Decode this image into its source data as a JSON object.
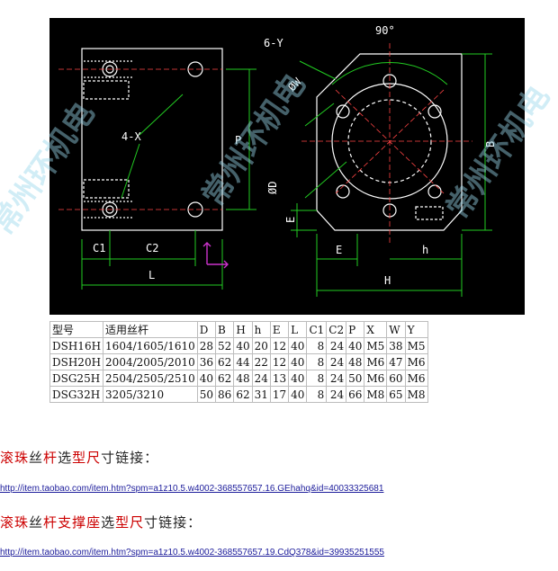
{
  "drawing": {
    "angle_label": "90°",
    "holes_front_label": "6-Y",
    "diameter_w_label": "ØW",
    "diameter_d_label": "ØD",
    "holes_side_label": "4-X",
    "p_label": "P",
    "b_label": "B",
    "e_label": "E",
    "c1_label": "C1",
    "c2_label": "C2",
    "l_label": "L",
    "h_label": "h",
    "big_h_label": "H",
    "big_e_label": "E"
  },
  "table": {
    "headers": [
      "型号",
      "适用丝杆",
      "D",
      "B",
      "H",
      "h",
      "E",
      "L",
      "C1",
      "C2",
      "P",
      "X",
      "W",
      "Y"
    ],
    "rows": [
      [
        "DSH16H",
        "1604/1605/1610",
        "28",
        "52",
        "40",
        "20",
        "12",
        "40",
        "8",
        "24",
        "40",
        "M5",
        "38",
        "M5"
      ],
      [
        "DSH20H",
        "2004/2005/2010",
        "36",
        "62",
        "44",
        "22",
        "12",
        "40",
        "8",
        "24",
        "48",
        "M6",
        "47",
        "M6"
      ],
      [
        "DSG25H",
        "2504/2505/2510",
        "40",
        "62",
        "48",
        "24",
        "13",
        "40",
        "8",
        "24",
        "50",
        "M6",
        "60",
        "M6"
      ],
      [
        "DSG32H",
        "3205/3210",
        "50",
        "86",
        "62",
        "31",
        "17",
        "40",
        "8",
        "24",
        "66",
        "M8",
        "65",
        "M8"
      ]
    ]
  },
  "links": [
    {
      "title_parts": [
        {
          "text": "滚",
          "red": true
        },
        {
          "text": "珠",
          "red": true
        },
        {
          "text": "丝",
          "red": false
        },
        {
          "text": "杆",
          "red": true
        },
        {
          "text": "选",
          "red": false
        },
        {
          "text": "型",
          "red": true
        },
        {
          "text": "尺",
          "red": true
        },
        {
          "text": "寸",
          "red": false
        },
        {
          "text": "链",
          "red": false
        },
        {
          "text": "接",
          "red": false
        },
        {
          "text": "：",
          "red": false
        }
      ],
      "url": "http://item.taobao.com/item.htm?spm=a1z10.5.w4002-368557657.16.GEhahq&id=40033325681"
    },
    {
      "title_parts": [
        {
          "text": "滚",
          "red": true
        },
        {
          "text": "珠",
          "red": true
        },
        {
          "text": "丝",
          "red": false
        },
        {
          "text": "杆",
          "red": true
        },
        {
          "text": "支撑座",
          "red": true
        },
        {
          "text": "选",
          "red": false
        },
        {
          "text": "型",
          "red": true
        },
        {
          "text": "尺",
          "red": true
        },
        {
          "text": "寸",
          "red": false
        },
        {
          "text": "链",
          "red": false
        },
        {
          "text": "接",
          "red": false
        },
        {
          "text": "：",
          "red": false
        }
      ],
      "url": "http://item.taobao.com/item.htm?spm=a1z10.5.w4002-368557657.19.CdQ378&id=39935251555"
    }
  ],
  "watermark": {
    "text": "常州环机电",
    "color": "#9ad6ea"
  },
  "colors": {
    "outline": "#ffffff",
    "dimension": "#22cc22",
    "center_line": "#ff4444",
    "hole": "#ffffff",
    "text": "#ffffff"
  }
}
